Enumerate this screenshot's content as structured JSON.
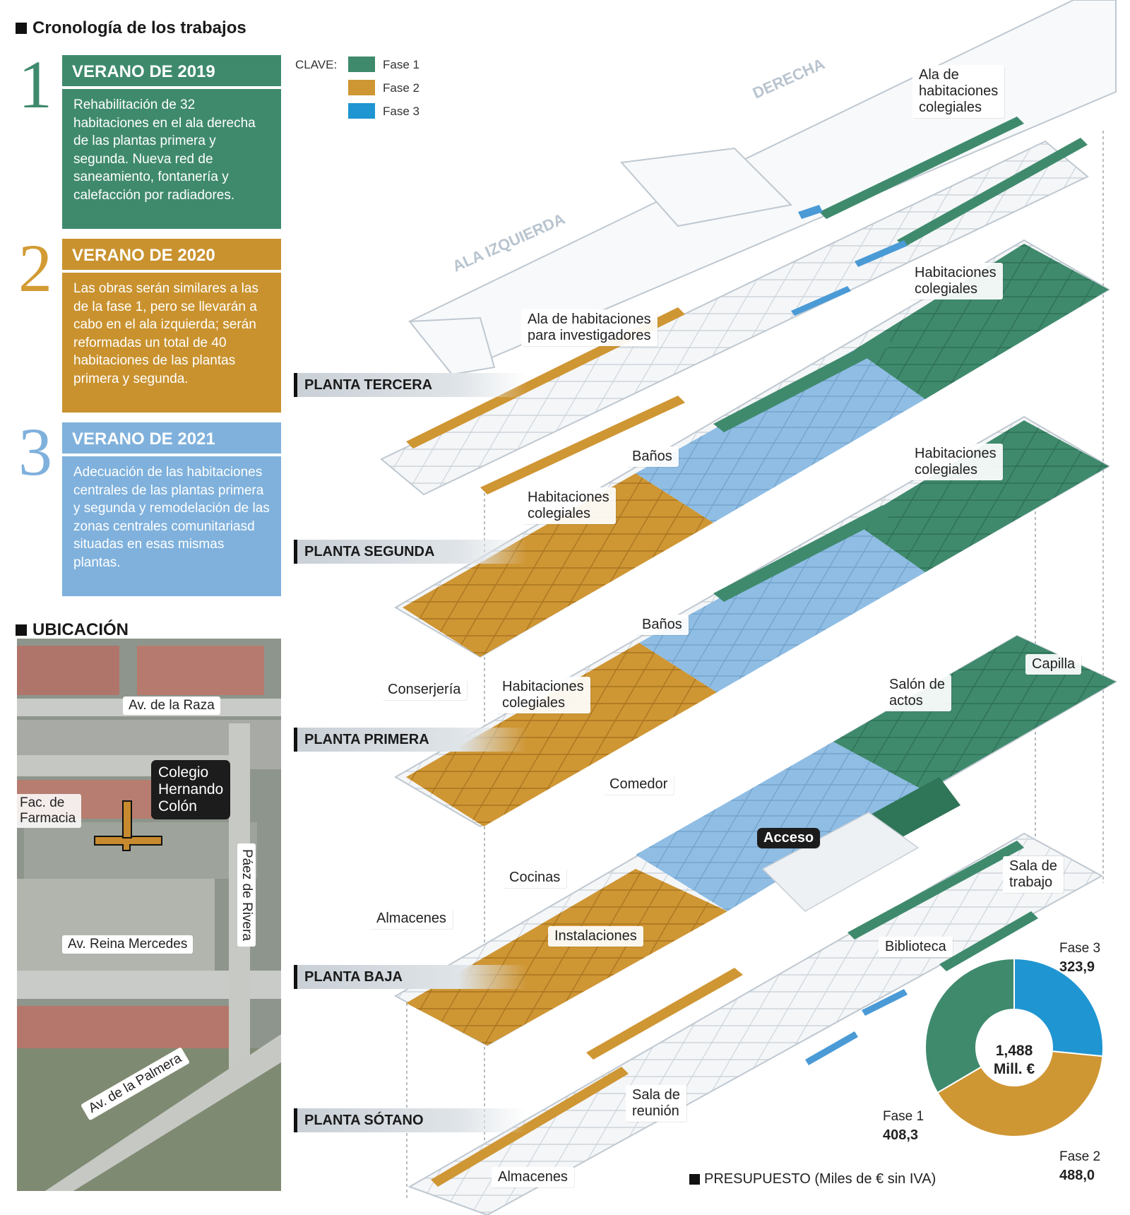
{
  "timeline": {
    "title": "Cronología de los trabajos",
    "phases": [
      {
        "number": "1",
        "heading": "VERANO DE 2019",
        "text": "Rehabilitación de 32 habitaciones en el ala derecha de las plantas primera y segunda. Nueva red de saneamiento, fontanería y calefacción por radiadores.",
        "color": "#3f8a6d",
        "num_color": "#3f8a6d"
      },
      {
        "number": "2",
        "heading": "VERANO DE 2020",
        "text": "Las obras serán similares a las de la fase 1, pero se llevarán a cabo en el ala izquierda; serán reformadas un total de 40 habitaciones de las plantas primera y segunda.",
        "color": "#c9922e",
        "num_color": "#d29b34"
      },
      {
        "number": "3",
        "heading": "VERANO DE 2021",
        "text": "Adecuación de las habitaciones centrales de las plantas primera y segunda y remodelación de las zonas centrales comunitariasd situadas en esas mismas plantas.",
        "color": "#7fb1dc",
        "num_color": "#7fb1dc"
      }
    ]
  },
  "legend": {
    "key_label": "CLAVE:",
    "items": [
      {
        "label": "Fase 1",
        "color": "#3f8a6d"
      },
      {
        "label": "Fase 2",
        "color": "#cf9634"
      },
      {
        "label": "Fase 3",
        "color": "#1f95d2"
      }
    ]
  },
  "roof_labels": {
    "right": "DERECHA",
    "left": "ALA IZQUIERDA"
  },
  "floors": [
    "PLANTA TERCERA",
    "PLANTA SEGUNDA",
    "PLANTA PRIMERA",
    "PLANTA BAJA",
    "PLANTA SÓTANO"
  ],
  "labels": {
    "t_hab_col": "Ala de\nhabitaciones\ncolegiales",
    "t_investigadores": "Ala de habitaciones\npara investigadores",
    "s_hab_col_right": "Habitaciones\ncolegiales",
    "s_banos": "Baños",
    "s_hab_col_left": "Habitaciones\ncolegiales",
    "p_hab_col_right": "Habitaciones\ncolegiales",
    "p_banos": "Baños",
    "p_conserjeria": "Conserjería",
    "p_hab_col_left": "Habitaciones\ncolegiales",
    "b_capilla": "Capilla",
    "b_salon": "Salón de\nactos",
    "b_comedor": "Comedor",
    "b_acceso": "Acceso",
    "b_cocinas": "Cocinas",
    "b_almacenes": "Almacenes",
    "b_instalaciones": "Instalaciones",
    "so_sala_trabajo": "Sala de\ntrabajo",
    "so_biblioteca": "Biblioteca",
    "so_sala_reunion": "Sala de\nreunión",
    "so_almacenes": "Almacenes"
  },
  "location": {
    "title": "UBICACIÓN",
    "streets": [
      "Av. de la Raza",
      "Av. Reina Mercedes",
      "Páez de Rivera",
      "Av. de la Palmera"
    ],
    "fac": "Fac. de\nFarmacia",
    "colegio": "Colegio\nHernando\nColón"
  },
  "budget": {
    "title": "PRESUPUESTO (Miles de € sin IVA)",
    "center_value": "1,488",
    "center_unit": "Mill. €"
  },
  "chart_data": {
    "type": "pie",
    "title": "PRESUPUESTO (Miles de € sin IVA)",
    "categories": [
      "Fase 3",
      "Fase 2",
      "Fase 1"
    ],
    "values": [
      323.9,
      488.0,
      408.3
    ],
    "value_labels": [
      "323,9",
      "488,0",
      "408,3"
    ],
    "colors": [
      "#1f95d2",
      "#cf9634",
      "#3f8a6d"
    ],
    "center_label": "1,488 Mill. €"
  }
}
